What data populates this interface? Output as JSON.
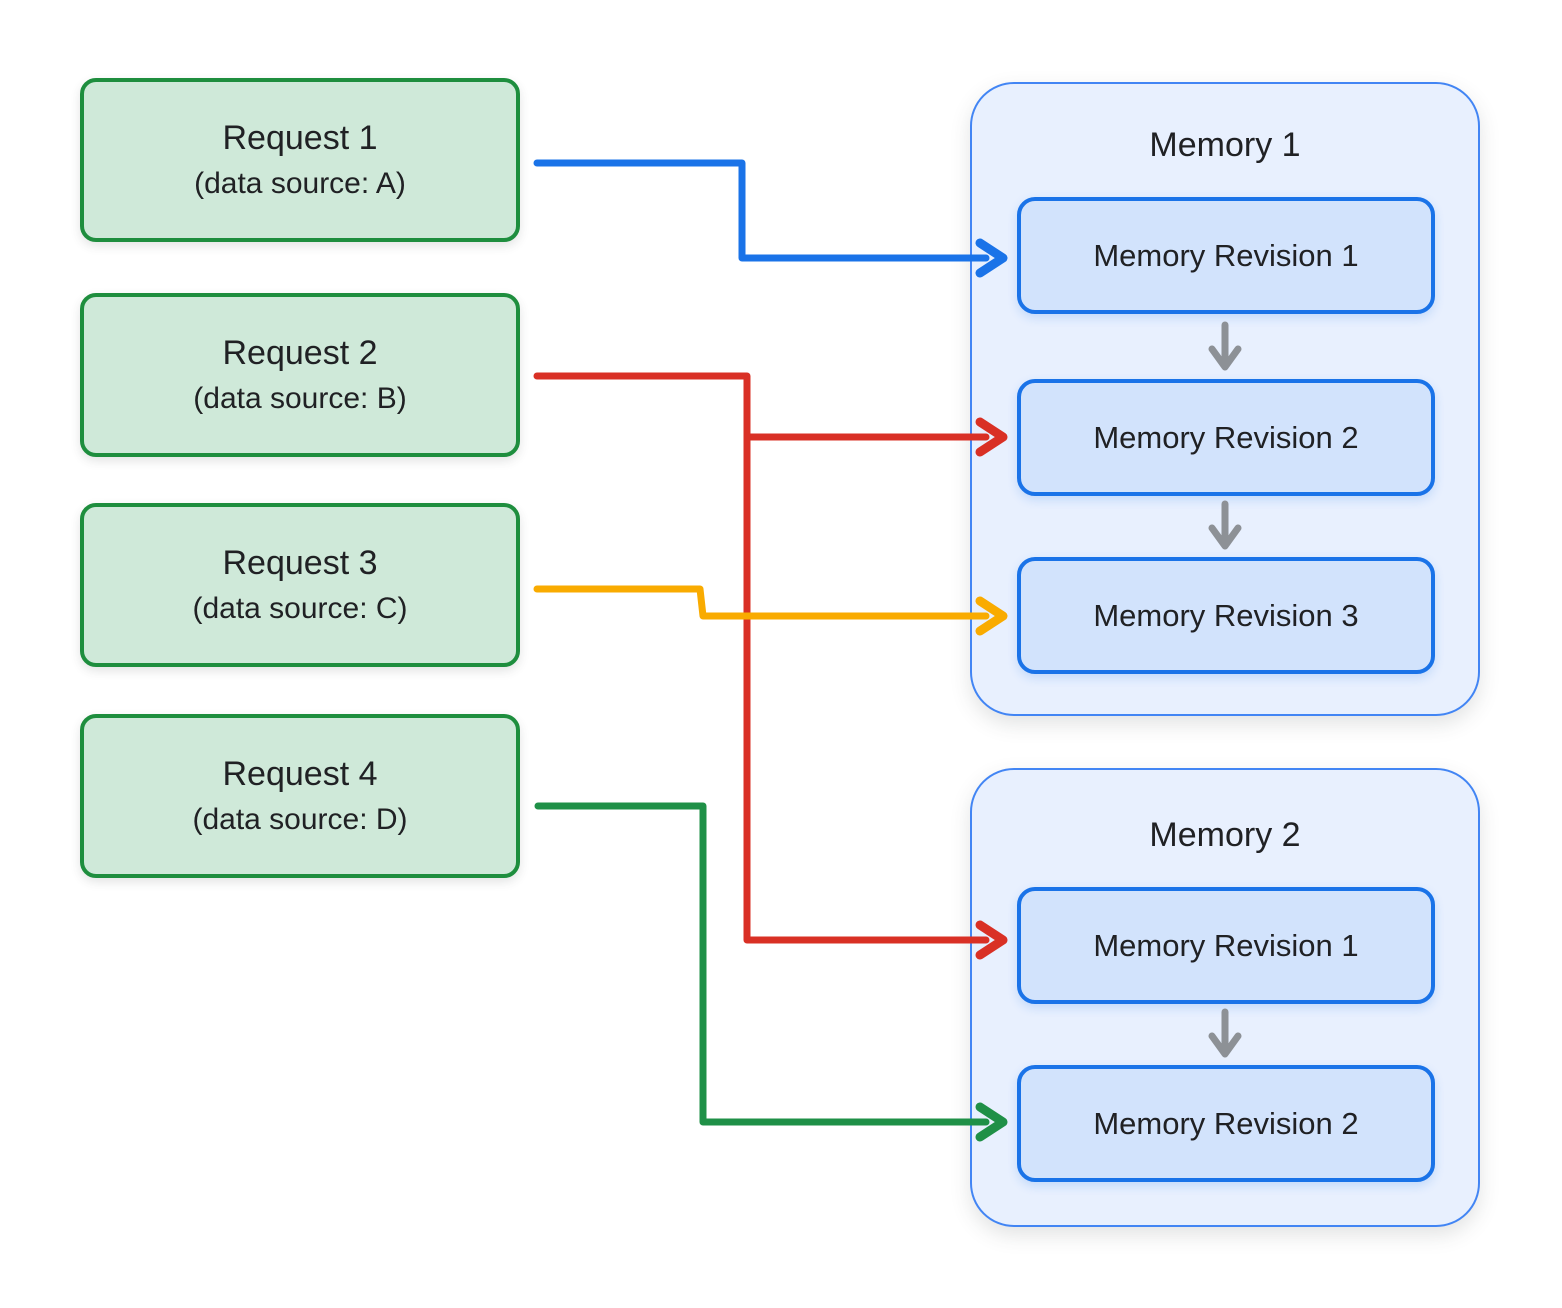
{
  "colors": {
    "blue": "#1a73e8",
    "red": "#d93025",
    "yellow": "#f9ab00",
    "green": "#1f9047",
    "gray_arrow": "#8d9196",
    "request_fill": "#cfe9d9",
    "request_border": "#1e8e3e",
    "memory_fill": "#e8f0fe",
    "memory_border": "#4285f4",
    "revision_fill": "#d2e3fc",
    "revision_border": "#1a73e8",
    "text": "#202124"
  },
  "requests": [
    {
      "title": "Request 1",
      "subtitle": "(data source: A)"
    },
    {
      "title": "Request 2",
      "subtitle": "(data source: B)"
    },
    {
      "title": "Request 3",
      "subtitle": "(data source: C)"
    },
    {
      "title": "Request 4",
      "subtitle": "(data source: D)"
    }
  ],
  "memories": [
    {
      "title": "Memory 1",
      "revisions": [
        "Memory Revision 1",
        "Memory Revision 2",
        "Memory Revision 3"
      ]
    },
    {
      "title": "Memory 2",
      "revisions": [
        "Memory Revision 1",
        "Memory Revision 2"
      ]
    }
  ]
}
